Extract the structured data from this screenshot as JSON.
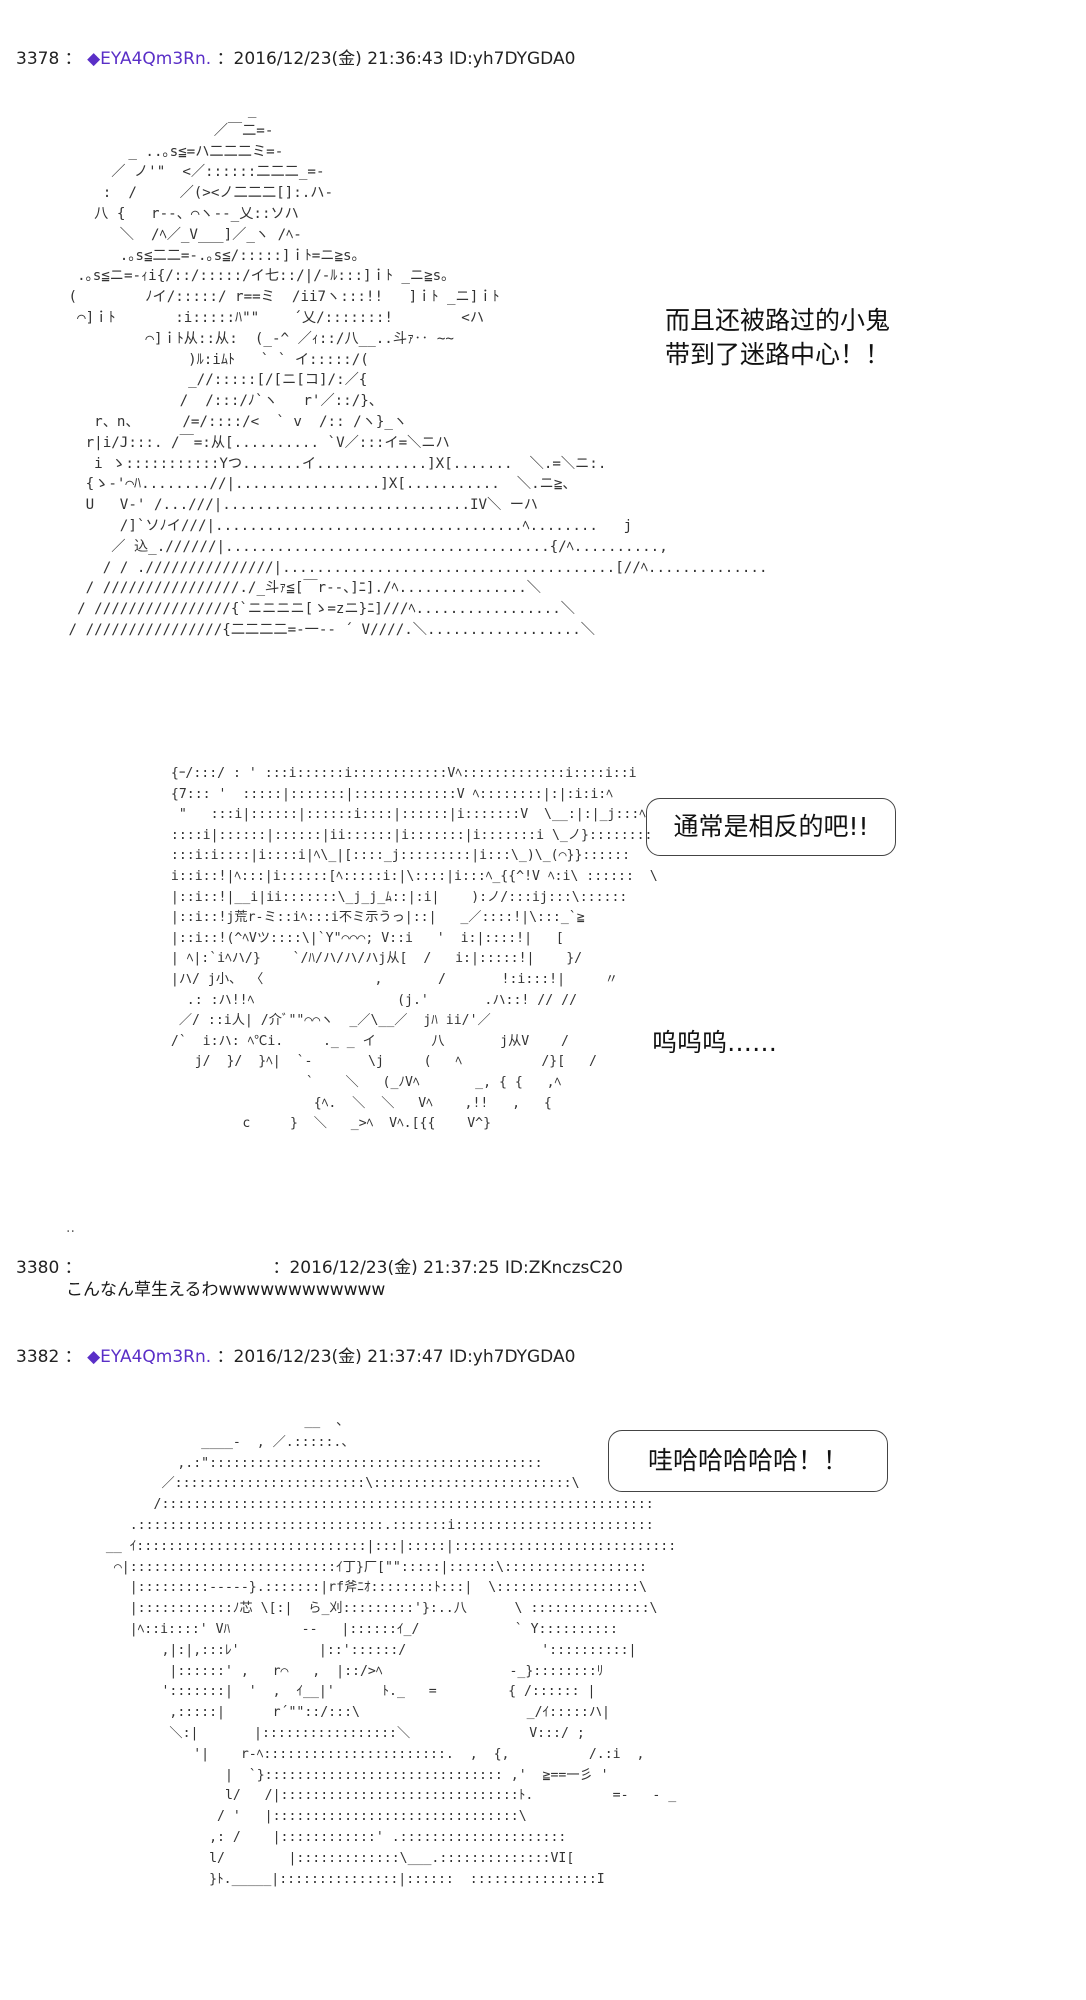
{
  "posts": [
    {
      "number": "3378",
      "trip": "◆EYA4Qm3Rn.",
      "meta": "：2016/12/23(金) 21:36:43 ID:yh7DYGDA0",
      "separator": "："
    },
    {
      "number": "3380",
      "separator": "：",
      "meta": "：2016/12/23(金) 21:37:25 ID:ZKnczsC20",
      "body": "こんなん草生えるわwwwwwwwwwwww"
    },
    {
      "number": "3382",
      "trip": "◆EYA4Qm3Rn.",
      "meta": "：2016/12/23(金) 21:37:47 ID:yh7DYGDA0",
      "separator": "："
    }
  ],
  "captions": {
    "line1": "而且还被路过的小鬼",
    "line2": "带到了迷路中心！！",
    "bubble1": "通常是相反的吧!!",
    "sob": "呜呜呜……",
    "bubble2": "哇哈哈哈哈哈！！",
    "dots": ".."
  },
  "art": {
    "art1": "                      _\n                  ／￣二=-\n        _ ..｡s≦=ハ二二二ミ=-\n      ／ ノ'\"  <／::::::二二二_=-\n     :  /     ／(><ノ二二二[]:.ハ-\n    八 {   r--、⌒ヽ--_乂::ソハ\n       ＼  /ﾍ／_V___]／_ヽ /ﾍ-\n       .｡s≦二二=-.｡s≦/:::::]ｉﾄ=ニ≧s｡\n  .｡s≦ニ=-ｨi{/::/:::::/イ七::/|/-ﾙ:::]ｉﾄ _ニ≧s｡\n (        ﾉイ/:::::/ r==ミ  /ii7ヽ:::!!   ]ｉﾄ _ニ]ｉﾄ\n  ⌒]ｉﾄ       :i:::::ﾊ\"\"    ´乂/:::::::!        <ハ\n          ⌒]ｉﾄ从::从:  (_-^ ／ｨ::/八__..斗ｧ‥ ~~\n               )ﾙ:iﾑﾄ   ` ` イ:::::/(\n               _//:::::[/[ニ[コ]/:／{\n              /  /:::/ﾉ`ヽ   r'／::/}、\n    r、n、     /=/::::/<  ` v  /:: /ヽ}_ヽ\n   r|i/J:::. /￣=:从[.......... `V／:::イ=＼ニハ\n    i ゝ:::::::::::Yつ.......イ.............]X[.......  ＼.=＼ニ:.\n   {ゝ-'⌒ﾊ........//|.................]X[...........  ＼.ニ≧、\n   U   V-' /...///|.............................IV＼ ーハ\n       /]`ソﾉイ///|....................................ﾍ........   j\n      ／ 込_.//////|......................................{/ﾍ..........,\n     / / .///////////////|.......................................[//ﾍ..............\n   / ////////////////./_斗ｧ≦[￣r--、]ﾆ]./ﾍ...............＼\n  / ////////////////{`ニニニニ[ゝ=zニ}ﾆ]///ﾍ.................＼\n / ////////////////{二二二二=-一-- ´ V////.＼..................＼",
    "art2": "  {ｰ/:::/ : ' :::i::::::i::::::::::::Vﾍ:::::::::::::i::::i::i\n  {7::: '  :::::|:::::::|:::::::::::::V ﾍ::::::::|:|:i:i:ﾍ\n   \"   :::i|::::::|::::::i::::|::::::|i:::::::V  \\__:|:|_j:::ﾍ\n  ::::i|::::::|::::::|ii::::::|i:::::::|i:::::::i \\_ノ}::::::::\n  :::i:i::::|i::::i|ﾍ\\_|[::::_j:::::::::|i:::\\_)\\_(⌒}}::::::\n  i::i::!|ﾍ:::|i::::::[ﾍ:::::i:|\\::::|i:::ﾍ_{{^!V ﾍ:i\\ ::::::  \\\n  |::i::!|__i|ii:::::::\\_j_j_ﾑ::|:i|    ):ノ/:::ij:::\\::::::\n  |::i::!j荒r-ミ::iﾍ:::i不ミ示うっ|::|   _／::::!|\\:::_`≧\n  |::i::!(^ﾍVツ::::\\|`Y\"⌒⌒⌒; V::i   '  i:|::::!|   [\n  | ﾍ|:`iﾍハ/}    `/ﾊ/ハ/ハ/ハj从[  /   i:|:::::!|    }/\n  |ハ/ j小、 〈              ,       /       !:i:::!|     〃\n    .: :ハ!!ﾍ                  (j.'       .ハ::! // //\n   ／/ ::i人| /介ﾞ\"\"⌒⌒ヽ  _／\\__／  jﾊ ii/'／\n  /`  i:ハ: ﾍ℃i.     ._ _ イ       八       j从V    /\n     j/  }/  }ﾍ|  `-       \\j     (   ﾍ          /}[   /\n                   `    ＼   (_ﾉVﾍ       _, { {   ,ﾍ\n                    {ﾍ.  ＼  ＼   Vﾍ    ,!!   ,   {\n           c     }  ＼   _>ﾍ  Vﾍ.[{{    V^}",
    "art3": "                           __  、\n              ____-  , ／.:::::.、\n           ,.:\"::::::::::::::::::::::::::::::::::::::::::\n         ／::::::::::::::::::::::::\\:::::::::::::::::::::::::\\\n        /::::::::::::::::::::::::::::::::::::::::::::::::::::::::::::::\n     .:::::::::::::::::::::::::::::::.:::::::i:::::::::::::::::::::::::\n  __ ｲ:::::::::::::::::::::::::::::|:::|:::::|::::::::::::::::::::::::::::\n   ⌒|::::::::::::::::::::::::::ｲ丁}厂[\"\":::::|::::::\\::::::::::::::::::\n     |:::::::::-----}.:::::::|rf斧ﾆｵ::::::::ﾄ:::|  \\::::::::::::::::::\\\n     |::::::::::::ﾉ芯 \\[:|  ら_刈:::::::::'}:..八      \\ :::::::::::::::\\\n     |ﾍ::i::::' Vﾊ         --   |::::::ｲ_/            ` Y::::::::::\n         ,|:|,:::ﾚ'          |::'::::::/                 '::::::::::|\n          |::::::' ,   r⌒   ,  |::/>ﾍ                -_}::::::::ﾘ\n         ':::::::|  '  ,  ｲ__|'      ﾄ._   =         { /:::::: |\n          ,:::::|      r´\"\"::/:::\\                     _/ｲ:::::ハ|\n          ＼:|       |:::::::::::::::::＼               V:::/ ;\n             '|    r-ﾍ:::::::::::::::::::::::.  ,  {,          /.:i  ,\n                 |  `}:::::::::::::::::::::::::::::: ,'  ≧==一彡 '\n                 l/   /|::::::::::::::::::::::::::::::ﾄ.          =-   - _\n                / '   |:::::::::::::::::::::::::::::::\\\n               ,: /    |::::::::::::' .:::::::::::::::::::::\n               l/        |:::::::::::::\\___.::::::::::::::VI[\n               }ﾄ._____|:::::::::::::::|::::::  ::::::::::::::::I"
  }
}
